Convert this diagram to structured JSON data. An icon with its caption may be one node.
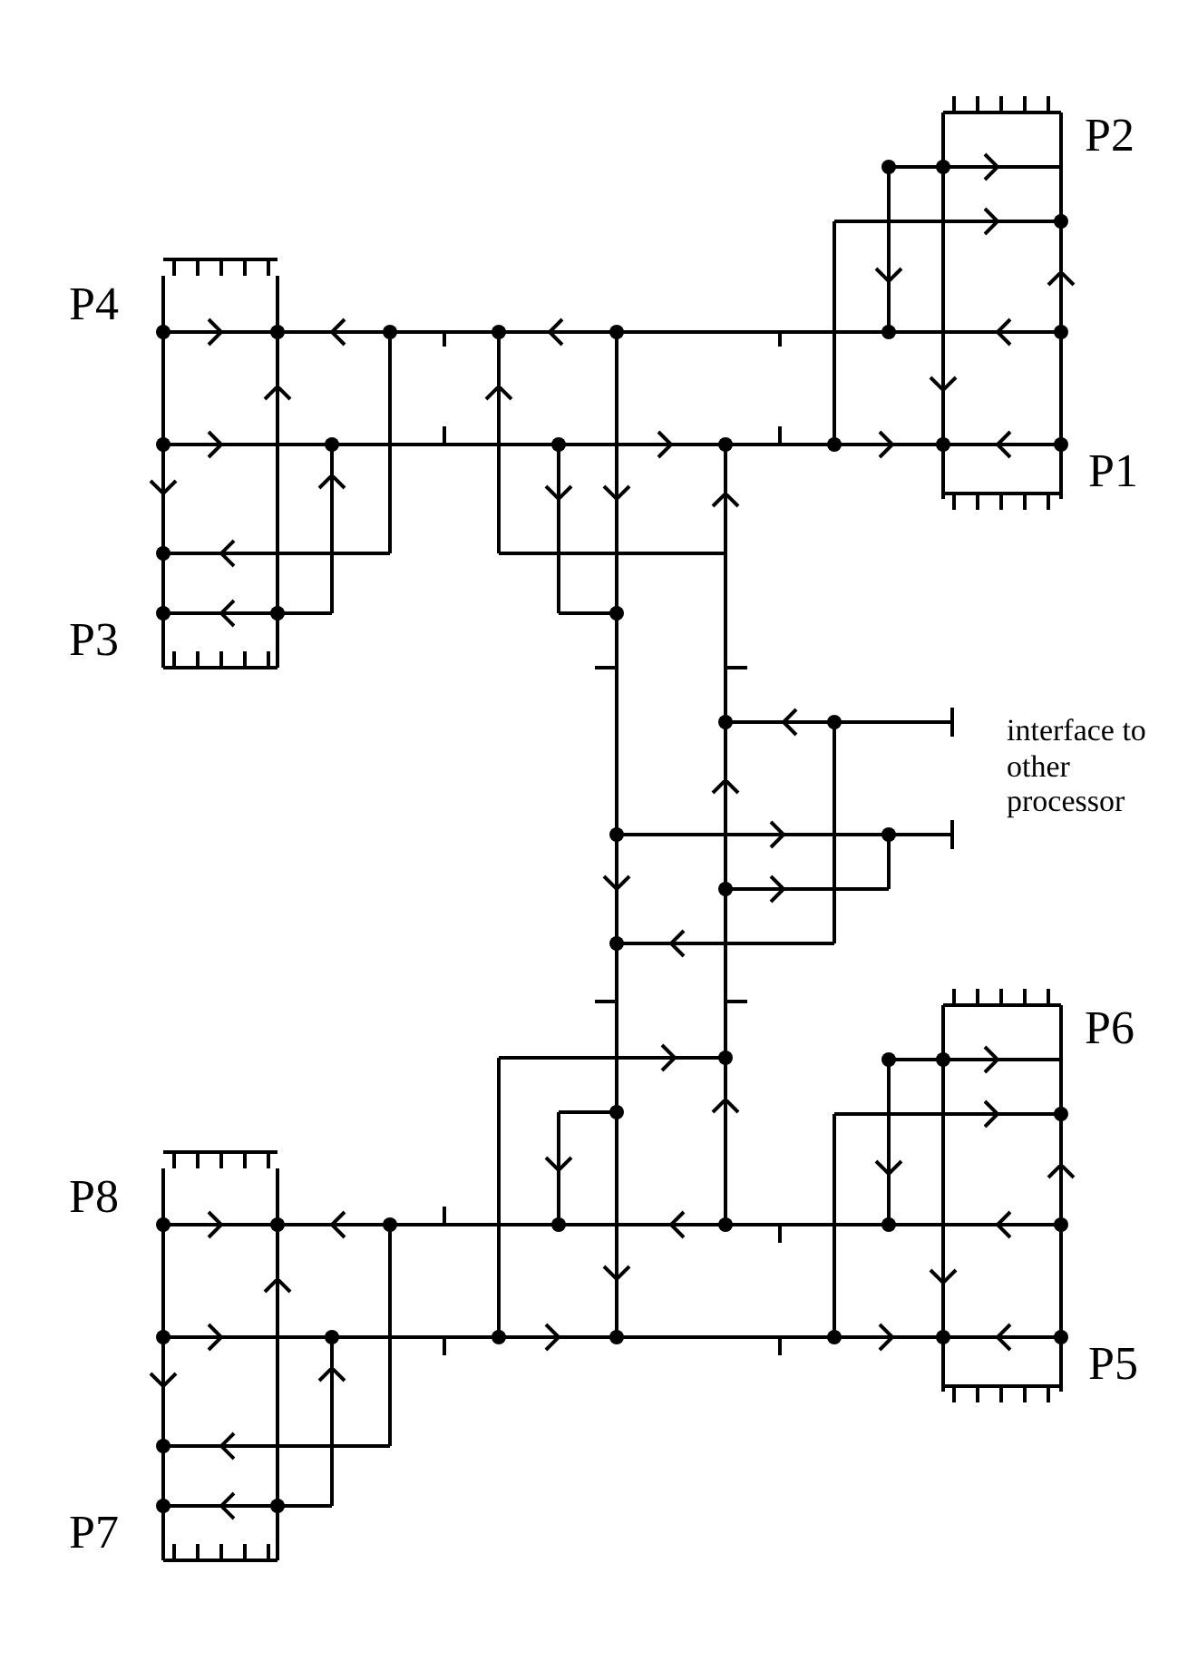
{
  "diagram": {
    "labels": [
      "P2",
      "P4",
      "P1",
      "P3",
      "interface to other processor",
      "P6",
      "P8",
      "P5",
      "P7"
    ]
  }
}
